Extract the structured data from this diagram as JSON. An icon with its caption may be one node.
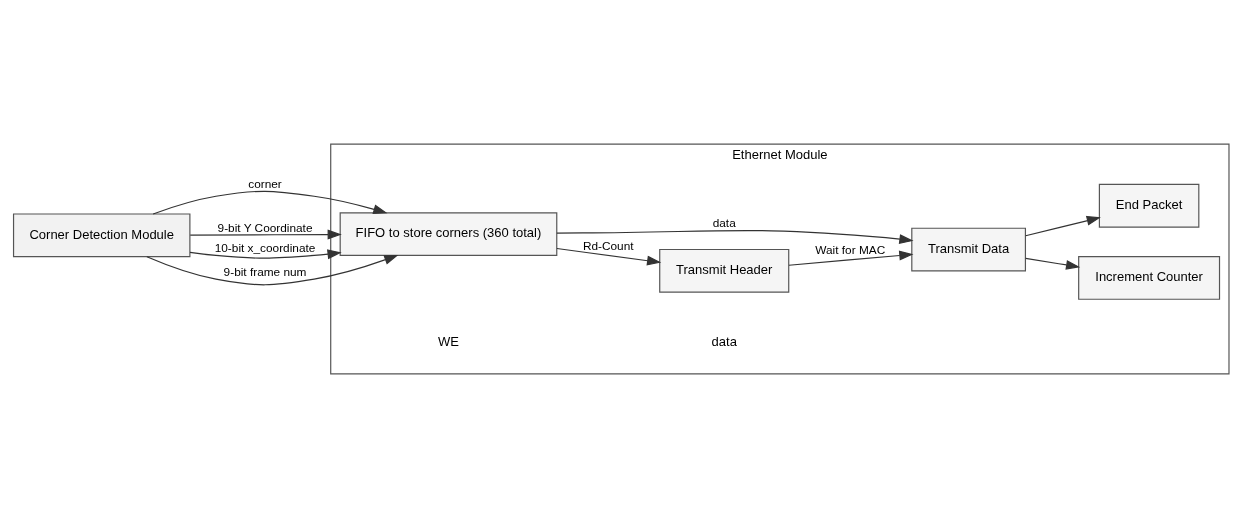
{
  "diagram": {
    "nodes": [
      {
        "text": [
          "Corner Detection Module"
        ]
      },
      {
        "text": [
          "Ethernet Module"
        ]
      },
      {
        "text": [
          "FIFO to store corners (360 total)"
        ],
        "in": 1
      },
      {
        "text": [
          "Transmit Header"
        ],
        "in": 1
      },
      {
        "text": [
          "Transmit Data"
        ],
        "in": 1
      },
      {
        "text": [
          "Increment Counter"
        ],
        "in": 1
      },
      {
        "text": [
          "End Packet"
        ],
        "in": 1
      }
    ],
    "edges": [
      {
        "from": 0,
        "to": 2,
        "arrow": "to",
        "label": "corner"
      },
      {
        "from": 0,
        "to": 2,
        "arrow": "to",
        "label": "9-bit Y Coordinate"
      },
      {
        "from": 0,
        "to": 2,
        "arrow": "to",
        "label": "10-bit x_coordinate"
      },
      {
        "from": 0,
        "to": 2,
        "arrow": "to",
        "label": "9-bit frame num"
      },
      {
        "from": 2,
        "to": 3,
        "arrow": "to",
        "label": "Rd-Count"
      },
      {
        "from": 2,
        "to": 4,
        "arrow": "to",
        "label": "data"
      },
      {
        "from": 3,
        "to": 4,
        "arrow": "to",
        "label": "Wait for MAC"
      },
      {
        "from": 4,
        "to": 5,
        "arrow": "to"
      },
      {
        "from": 4,
        "to": 6,
        "arrow": "to"
      }
    ],
    "labels": [
      "WE",
      "data"
    ]
  }
}
